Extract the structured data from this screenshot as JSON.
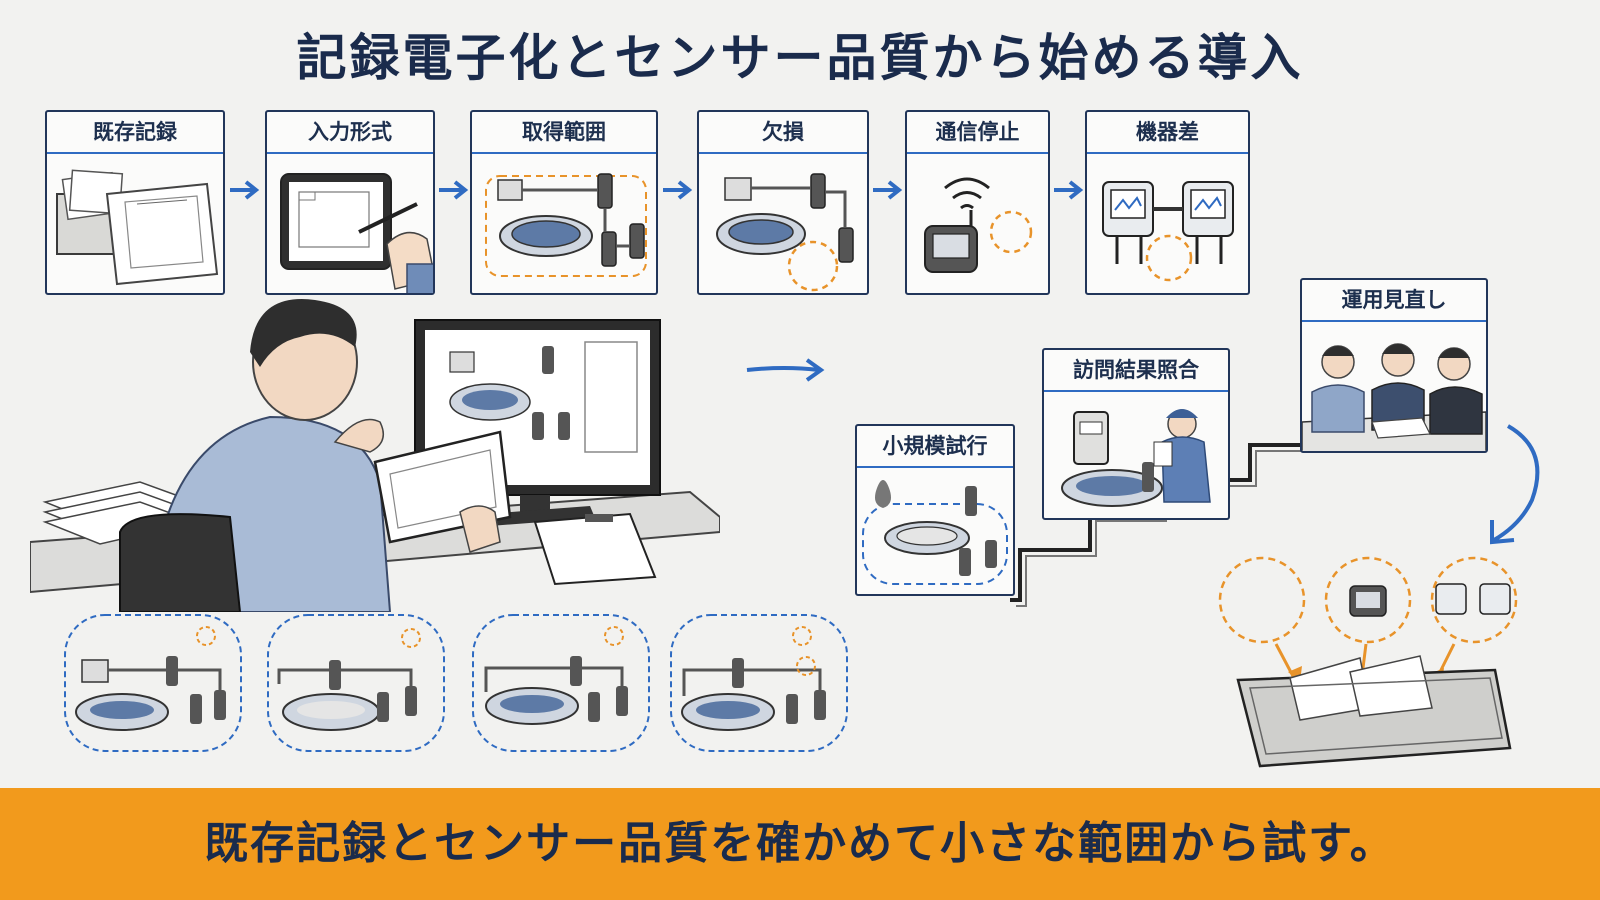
{
  "title": "記録電子化とセンサー品質から始める導入",
  "process_steps": [
    {
      "label": "既存記録",
      "icon": "paper-records-icon"
    },
    {
      "label": "入力形式",
      "icon": "tablet-input-icon"
    },
    {
      "label": "取得範囲",
      "icon": "plant-sensor-range-icon"
    },
    {
      "label": "欠損",
      "icon": "data-gap-icon"
    },
    {
      "label": "通信停止",
      "icon": "signal-loss-icon"
    },
    {
      "label": "機器差",
      "icon": "device-difference-icon"
    }
  ],
  "rollout_steps": [
    {
      "label": "小規模試行",
      "icon": "small-pilot-icon"
    },
    {
      "label": "訪問結果照合",
      "icon": "site-visit-check-icon"
    },
    {
      "label": "運用見直し",
      "icon": "operations-review-icon"
    }
  ],
  "banner": {
    "text": "既存記録とセンサー品質を確かめて小さな範囲から試す。"
  },
  "colors": {
    "navy": "#1d2f4e",
    "blue": "#2f6bc2",
    "orange": "#f29a1c",
    "dashed_orange": "#e8932a"
  }
}
